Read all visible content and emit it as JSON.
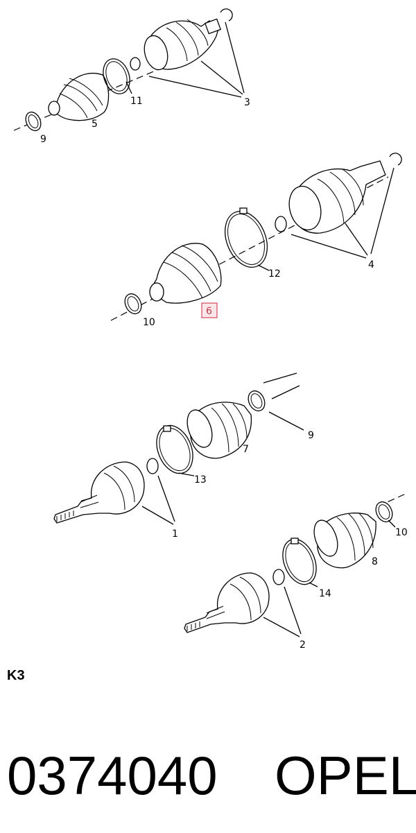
{
  "diagram": {
    "labels": {
      "n9a": "9",
      "n5": "5",
      "n11": "11",
      "n3": "3",
      "n10a": "10",
      "n6": "6",
      "n12": "12",
      "n4": "4",
      "n9b": "9",
      "n7": "7",
      "n13": "13",
      "n1": "1",
      "n10b": "10",
      "n8": "8",
      "n14": "14",
      "n2": "2"
    },
    "highlighted_label": "6"
  },
  "ref_code": "K3",
  "part_number": "0374040",
  "brand": "OPEL"
}
